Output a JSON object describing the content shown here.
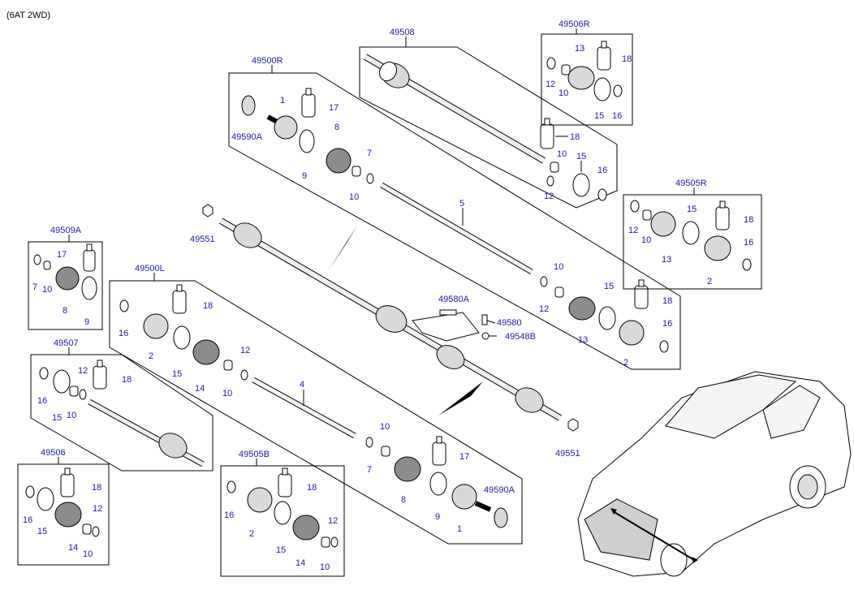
{
  "header": {
    "variant": "(6AT 2WD)"
  },
  "groups": {
    "g49508": "49508",
    "g49506R": "49506R",
    "g49500R": "49500R",
    "g49505R": "49505R",
    "g49509A": "49509A",
    "g49500L": "49500L",
    "g49507": "49507",
    "g49506": "49506",
    "g49505B": "49505B"
  },
  "labels": {
    "p1": "1",
    "p2": "2",
    "p4": "4",
    "p5": "5",
    "p7": "7",
    "p8": "8",
    "p9": "9",
    "p10": "10",
    "p12": "12",
    "p13": "13",
    "p14": "14",
    "p15": "15",
    "p16": "16",
    "p17": "17",
    "p18": "18",
    "p49590A": "49590A",
    "p49551": "49551",
    "p49580A": "49580A",
    "p49580": "49580",
    "p49548B": "49548B"
  }
}
